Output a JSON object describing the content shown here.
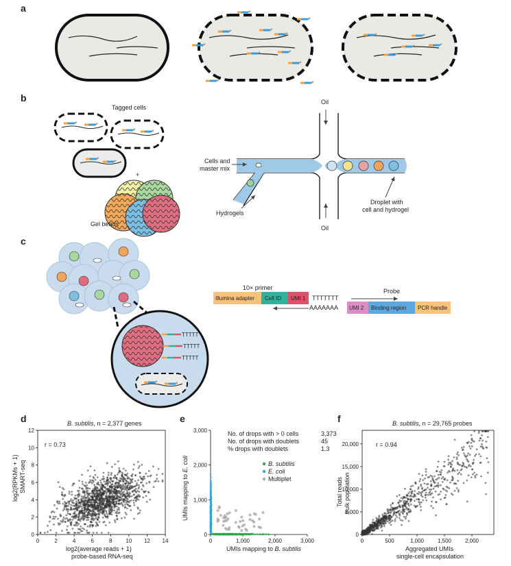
{
  "panels": {
    "a": "a",
    "b": "b",
    "c": "c",
    "d": "d",
    "e": "e",
    "f": "f"
  },
  "b": {
    "tagged_cells": "Tagged cells",
    "gel_beads": "Gel beads",
    "plus": "+",
    "oil_top": "Oil",
    "oil_bottom": "Oil",
    "cells_master_mix_1": "Cells and",
    "cells_master_mix_2": "master mix",
    "hydrogels": "Hydrogels",
    "droplet_1": "Droplet with",
    "droplet_2": "cell and hydrogel"
  },
  "c": {
    "primer_label": "10× primer",
    "probe_label": "Probe",
    "illumina": "Illumina adapter",
    "cell_id": "Cell ID",
    "umi1": "UMI 1",
    "polyT": "TTTTTTT",
    "polyA": "AAAAAAA",
    "umi2": "UMI 2",
    "binding": "Binding region",
    "pcr": "PCR handle",
    "bead_tail": "TTTTT",
    "colors": {
      "illumina": "#f6c27c",
      "cell_id": "#2fb39b",
      "umi1": "#e0506a",
      "umi2": "#d98fc4",
      "binding": "#5fa8dc",
      "pcr": "#f6c27c"
    }
  },
  "chart_data": [
    {
      "id": "d",
      "type": "scatter",
      "title_italic": "B. subtilis",
      "title_rest": ", n = 2,377 genes",
      "ylabel_1": "log2(RPKMs + 1)",
      "ylabel_2": "SMART-seq",
      "xlabel_1": "log2(average reads + 1)",
      "xlabel_2": "probe-based RNA-seq",
      "annotation": "r = 0.73",
      "xlim": [
        0,
        14
      ],
      "ylim": [
        0,
        12
      ],
      "xticks": [
        "0",
        "2",
        "4",
        "6",
        "8",
        "10",
        "12",
        "14"
      ],
      "yticks": [
        "0",
        "2",
        "4",
        "6",
        "8",
        "10",
        "12"
      ],
      "xtick_values": [
        0,
        2,
        4,
        6,
        8,
        10,
        12,
        14
      ],
      "ytick_values": [
        0,
        2,
        4,
        6,
        8,
        10,
        12
      ],
      "n_points": 2377,
      "trend": {
        "slope": 0.37,
        "intercept": 1.4,
        "x_mean": 7,
        "x_sd": 2.3,
        "noise_sd": 1.3
      },
      "color": "#333333"
    },
    {
      "id": "e",
      "type": "scatter",
      "ylabel_1": "UMIs mapping to ",
      "ylabel_2": "E. coli",
      "xlabel_1": "UMIs mapping to ",
      "xlabel_2": "B. subtilis",
      "xlim": [
        0,
        3000
      ],
      "ylim": [
        0,
        3000
      ],
      "xticks": [
        "0",
        "1,000",
        "2,000",
        "3,000"
      ],
      "yticks": [
        "0",
        "1,000",
        "2,000",
        "3,000"
      ],
      "xtick_values": [
        0,
        1000,
        2000,
        3000
      ],
      "ytick_values": [
        0,
        1000,
        2000,
        3000
      ],
      "stats": [
        {
          "label": "No. of drops with > 0 cells",
          "value": "3,373"
        },
        {
          "label": "No. of drops with doublets",
          "value": "45"
        },
        {
          "label": "% drops with doublets",
          "value": "1.3"
        }
      ],
      "legend": [
        {
          "name": "B. subtilis",
          "color": "#2ba84a"
        },
        {
          "name": "E. coli",
          "color": "#3aa0d8"
        },
        {
          "name": "Multiplet",
          "color": "#a9a9a9"
        }
      ],
      "legend_position": "right",
      "counts": {
        "B. subtilis": 1800,
        "E. coli": 1528,
        "Multiplet": 45
      }
    },
    {
      "id": "f",
      "type": "scatter",
      "title_italic": "B. subtilis",
      "title_rest": ", n = 29,765 probes",
      "ylabel_1": "Total reads",
      "ylabel_2": "bulk population",
      "xlabel_1": "Aggregated UMIs",
      "xlabel_2": "single-cell encapsulation",
      "annotation": "r = 0.94",
      "xlim": [
        0,
        2400
      ],
      "ylim": [
        0,
        23000
      ],
      "xticks": [
        "0",
        "500",
        "1,000",
        "1,500",
        "2,000"
      ],
      "yticks": [
        "0",
        "5,000",
        "10,000",
        "15,000",
        "20,000"
      ],
      "xtick_values": [
        0,
        500,
        1000,
        1500,
        2000
      ],
      "ytick_values": [
        0,
        5000,
        10000,
        15000,
        20000
      ],
      "n_points": 29765,
      "trend": {
        "slope": 8.5
      },
      "color": "#333333"
    }
  ]
}
